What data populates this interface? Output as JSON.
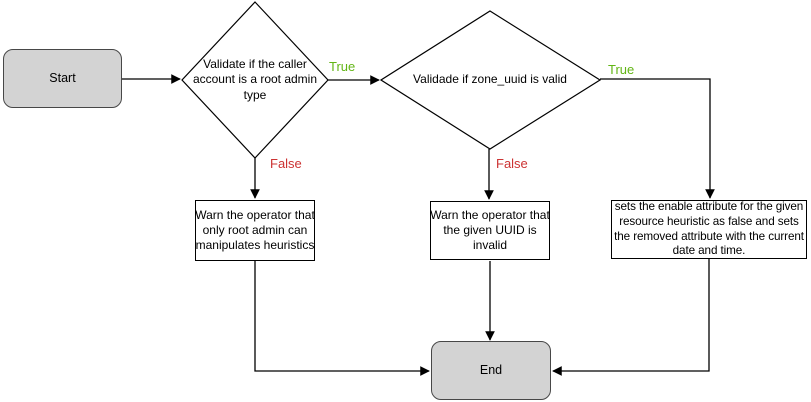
{
  "colors": {
    "background": "#ffffff",
    "terminator_fill": "#d3d3d3",
    "terminator_stroke": "#474747",
    "shape_fill": "#ffffff",
    "shape_stroke": "#000000",
    "connector": "#000000",
    "text": "#000000",
    "true_label": "#62b515",
    "false_label": "#cc3333"
  },
  "nodes": {
    "start": {
      "type": "terminator",
      "label": "Start"
    },
    "decision_root_admin": {
      "type": "decision",
      "label": "Validate if the caller account is a root admin type"
    },
    "decision_zone_uuid": {
      "type": "decision",
      "label": "Validade if zone_uuid is valid"
    },
    "warn_root_admin": {
      "type": "process",
      "label": "Warn the operator that only root admin can manipulates heuristics"
    },
    "warn_invalid_uuid": {
      "type": "process",
      "label": "Warn the operator that the given UUID is invalid"
    },
    "set_enable_attribute": {
      "type": "process",
      "label": "sets the enable attribute for the given resource heuristic as false and sets the removed attribute with the current date and time."
    },
    "end": {
      "type": "terminator",
      "label": "End"
    }
  },
  "edge_labels": {
    "decision1_true": "True",
    "decision1_false": "False",
    "decision2_true": "True",
    "decision2_false": "False"
  }
}
